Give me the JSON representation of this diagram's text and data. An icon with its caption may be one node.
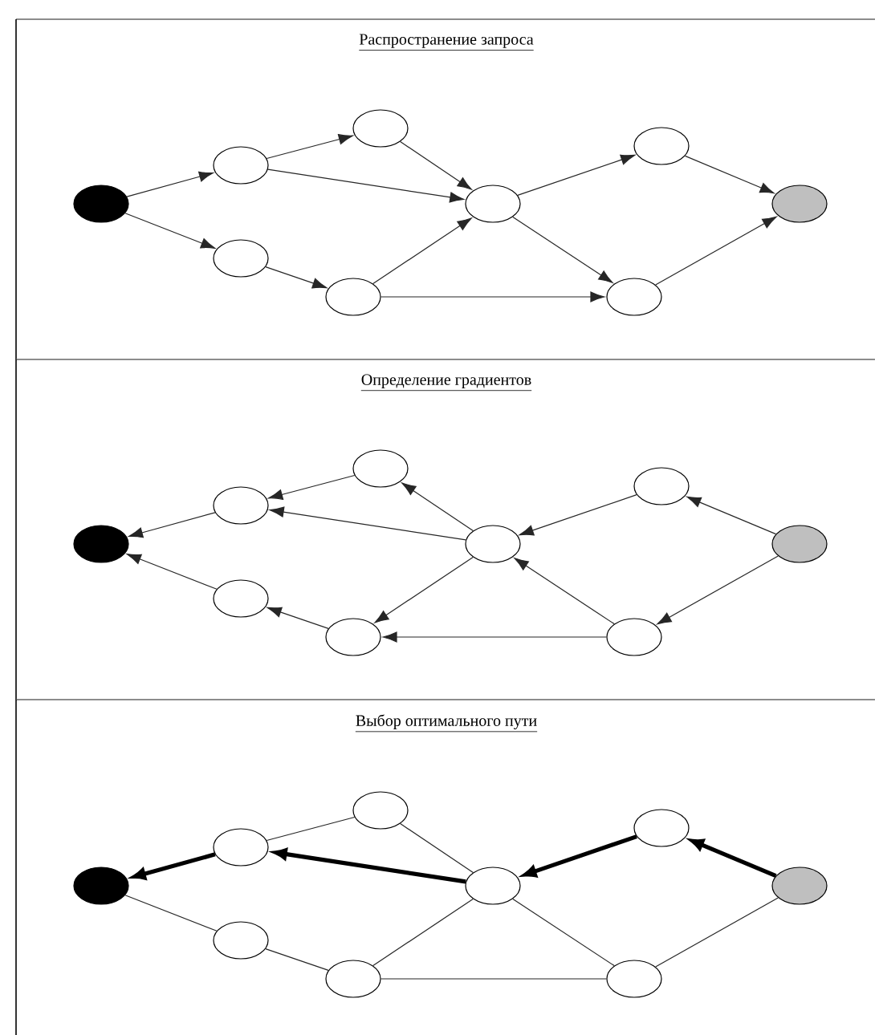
{
  "diagram": {
    "nodes": [
      {
        "text": [
          "Распространение запроса"
        ]
      },
      {
        "text": [],
        "shape": "circle",
        "in": 0
      },
      {
        "text": [],
        "shape": "circle",
        "in": 0
      },
      {
        "text": [],
        "shape": "circle",
        "in": 0
      },
      {
        "text": [],
        "shape": "circle",
        "in": 0
      },
      {
        "text": [],
        "shape": "circle",
        "in": 0
      },
      {
        "text": [],
        "shape": "circle",
        "in": 0
      },
      {
        "text": [],
        "shape": "circle",
        "in": 0
      },
      {
        "text": [],
        "shape": "circle",
        "in": 0
      },
      {
        "text": [],
        "shape": "circle",
        "in": 0
      },
      {
        "text": [
          "Определение градиентов"
        ]
      },
      {
        "text": [],
        "shape": "circle",
        "in": 10
      },
      {
        "text": [],
        "shape": "circle",
        "in": 10
      },
      {
        "text": [],
        "shape": "circle",
        "in": 10
      },
      {
        "text": [],
        "shape": "circle",
        "in": 10
      },
      {
        "text": [],
        "shape": "circle",
        "in": 10
      },
      {
        "text": [],
        "shape": "circle",
        "in": 10
      },
      {
        "text": [],
        "shape": "circle",
        "in": 10
      },
      {
        "text": [],
        "shape": "circle",
        "in": 10
      },
      {
        "text": [],
        "shape": "circle",
        "in": 10
      },
      {
        "text": [
          "Выбор оптимального пути"
        ]
      },
      {
        "text": [],
        "shape": "circle",
        "in": 20
      },
      {
        "text": [],
        "shape": "circle",
        "in": 20
      },
      {
        "text": [],
        "shape": "circle",
        "in": 20
      },
      {
        "text": [],
        "shape": "circle",
        "in": 20
      },
      {
        "text": [],
        "shape": "circle",
        "in": 20
      },
      {
        "text": [],
        "shape": "circle",
        "in": 20
      },
      {
        "text": [],
        "shape": "circle",
        "in": 20
      },
      {
        "text": [],
        "shape": "circle",
        "in": 20
      },
      {
        "text": [],
        "shape": "circle",
        "in": 20
      }
    ],
    "edges": [
      {
        "from": 1,
        "to": 2,
        "arrow": "to"
      },
      {
        "from": 1,
        "to": 3,
        "arrow": "to"
      },
      {
        "from": 2,
        "to": 5,
        "arrow": "to"
      },
      {
        "from": 2,
        "to": 6,
        "arrow": "to"
      },
      {
        "from": 5,
        "to": 6,
        "arrow": "to"
      },
      {
        "from": 3,
        "to": 4,
        "arrow": "to"
      },
      {
        "from": 4,
        "to": 6,
        "arrow": "to"
      },
      {
        "from": 4,
        "to": 7,
        "arrow": "to"
      },
      {
        "from": 6,
        "to": 8,
        "arrow": "to"
      },
      {
        "from": 6,
        "to": 7,
        "arrow": "to"
      },
      {
        "from": 8,
        "to": 9,
        "arrow": "to"
      },
      {
        "from": 7,
        "to": 9,
        "arrow": "to"
      },
      {
        "from": 12,
        "to": 11,
        "arrow": "to"
      },
      {
        "from": 13,
        "to": 11,
        "arrow": "to"
      },
      {
        "from": 15,
        "to": 12,
        "arrow": "to"
      },
      {
        "from": 16,
        "to": 12,
        "arrow": "to"
      },
      {
        "from": 16,
        "to": 15,
        "arrow": "to"
      },
      {
        "from": 14,
        "to": 13,
        "arrow": "to"
      },
      {
        "from": 16,
        "to": 14,
        "arrow": "to"
      },
      {
        "from": 17,
        "to": 14,
        "arrow": "to"
      },
      {
        "from": 18,
        "to": 16,
        "arrow": "to"
      },
      {
        "from": 17,
        "to": 16,
        "arrow": "to"
      },
      {
        "from": 19,
        "to": 18,
        "arrow": "to"
      },
      {
        "from": 19,
        "to": 17,
        "arrow": "to"
      },
      {
        "from": 22,
        "to": 21,
        "arrow": "to",
        "style": "thick"
      },
      {
        "from": 21,
        "to": 23,
        "arrow": "none"
      },
      {
        "from": 22,
        "to": 25,
        "arrow": "none"
      },
      {
        "from": 26,
        "to": 22,
        "arrow": "to",
        "style": "thick"
      },
      {
        "from": 25,
        "to": 26,
        "arrow": "none"
      },
      {
        "from": 23,
        "to": 24,
        "arrow": "none"
      },
      {
        "from": 24,
        "to": 26,
        "arrow": "none"
      },
      {
        "from": 24,
        "to": 27,
        "arrow": "none"
      },
      {
        "from": 28,
        "to": 26,
        "arrow": "to",
        "style": "thick"
      },
      {
        "from": 26,
        "to": 27,
        "arrow": "none"
      },
      {
        "from": 29,
        "to": 28,
        "arrow": "to",
        "style": "thick"
      },
      {
        "from": 27,
        "to": 29,
        "arrow": "none"
      }
    ]
  }
}
